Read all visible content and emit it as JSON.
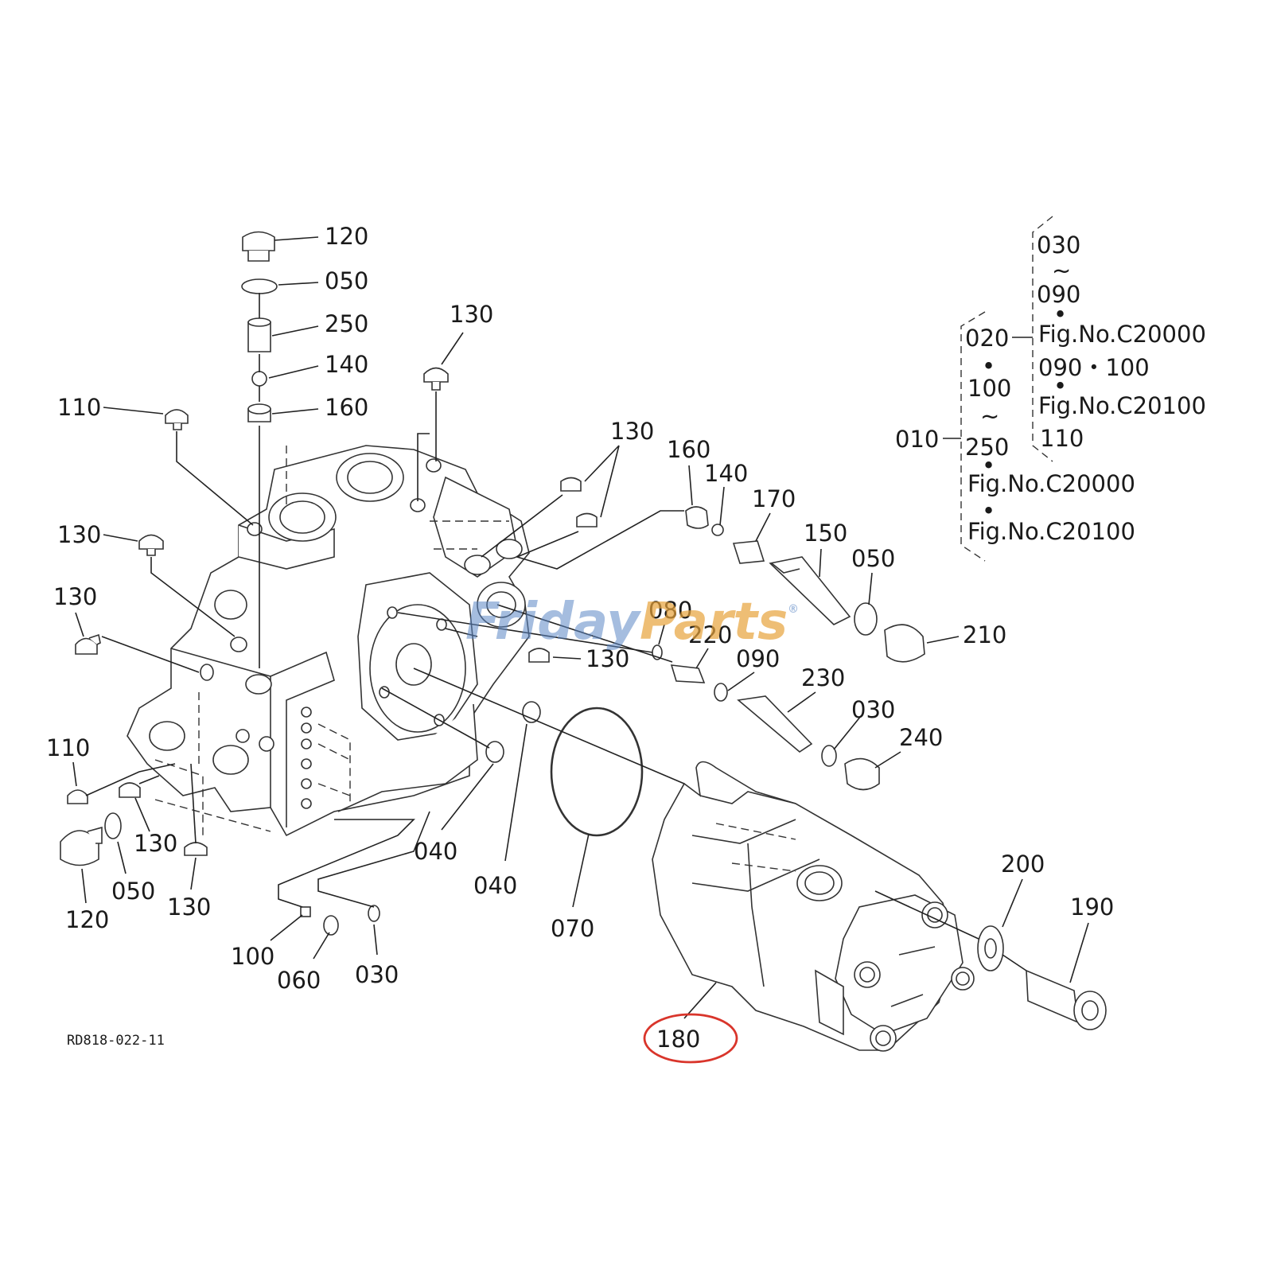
{
  "diagram": {
    "drawing_number": "RD818-022-11",
    "watermark": {
      "text_a": "Friday",
      "text_b": "Parts",
      "mark": "®",
      "accent_color": "#e7a33b",
      "color": "#5b86c4"
    },
    "highlight": {
      "label": "180",
      "color": "#d9352b"
    },
    "callouts": {
      "c120_top": "120",
      "c050_top": "050",
      "c250_top": "250",
      "c140_top": "140",
      "c160_top": "160",
      "c110_top": "110",
      "c130_top": "130",
      "c130_left1": "130",
      "c130_left2": "130",
      "c130_mid": "130",
      "c130_center": "130",
      "c160_right": "160",
      "c140_right": "140",
      "c170": "170",
      "c150": "150",
      "c050_right": "050",
      "c210": "210",
      "c080": "080",
      "c220": "220",
      "c090": "090",
      "c230": "230",
      "c030_right": "030",
      "c240": "240",
      "c110_left": "110",
      "c130_bl1": "130",
      "c050_bl": "050",
      "c120_bl": "120",
      "c130_bl2": "130",
      "c100": "100",
      "c060": "060",
      "c030_bottom": "030",
      "c040_a": "040",
      "c040_b": "040",
      "c070": "070",
      "c200": "200",
      "c190": "190",
      "c180": "180"
    },
    "side_note": {
      "outer": {
        "item": "010"
      },
      "middle": {
        "l1": "020",
        "dot1": "•",
        "l2": "100",
        "tilde": "~",
        "l3": "250",
        "dot2": "•",
        "l4": "Fig.No.C20000",
        "dot3": "•",
        "l5": "Fig.No.C20100"
      },
      "inner": {
        "l1": "030",
        "tilde": "~",
        "l2": "090",
        "dot1": "•",
        "l3": "Fig.No.C20000",
        "l4": "090・100",
        "dot2": "•",
        "l5": "Fig.No.C20100",
        "l6": "110"
      }
    }
  }
}
